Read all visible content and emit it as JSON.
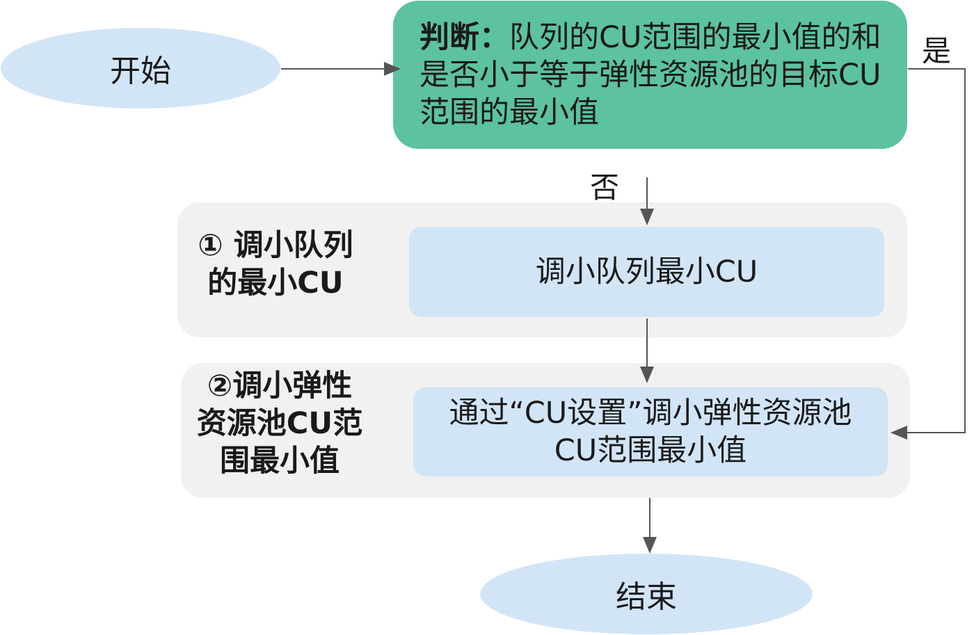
{
  "nodes": {
    "start": "开始",
    "decision_prefix": "判断：",
    "decision_text": "队列的CU范围的最小值的和是否小于等于弹性资源池的目标CU范围的最小值",
    "step1_label": "① 调小队列\n的最小CU",
    "step1_action": "调小队列最小CU",
    "step2_label": "②调小弹性\n资源池CU范\n围最小值",
    "step2_action": "通过“CU设置”调小弹性资源池CU范围最小值",
    "end": "结束"
  },
  "edges": {
    "yes_label": "是",
    "no_label": "否"
  },
  "colors": {
    "terminal_fill": "#d2e5f7",
    "decision_fill": "#5cc39e",
    "process_fill": "#d2e5f7",
    "panel_fill": "#f1f1f1",
    "arrow": "#555555"
  }
}
